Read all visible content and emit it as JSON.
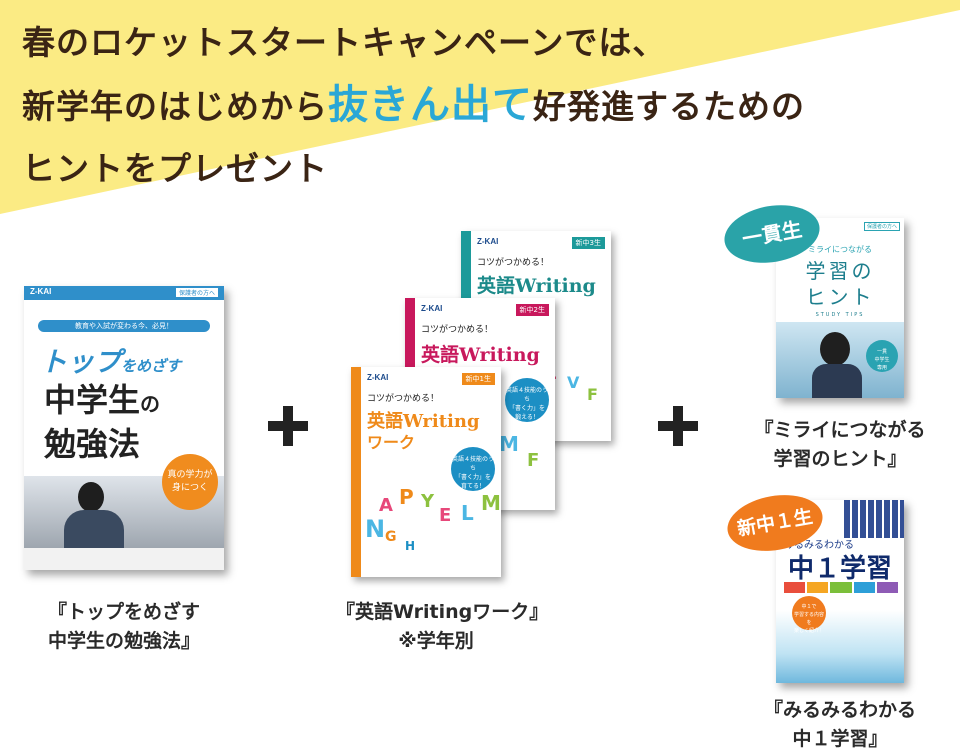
{
  "headline": {
    "line1": "春のロケットスタートキャンペーンでは、",
    "line2_pre": "新学年のはじめから",
    "line2_accent": "抜きん出て",
    "line2_post": "好発進するための",
    "line3": "ヒントをプレゼント"
  },
  "colors": {
    "banner": "#fbeb84",
    "accent": "#2aa7d6",
    "text": "#3a2414"
  },
  "books": {
    "top": {
      "logo": "Z-KAI",
      "tag": "保護者の方へ",
      "sub": "教育や入試が変わる今、必見！",
      "title_a": "トップ",
      "title_b": "をめざす",
      "title_c": "中学生",
      "title_d": "の",
      "title_e": "勉強法",
      "badge_line1": "真の学力が",
      "badge_line2": "身につく",
      "caption_line1": "『トップをめざす",
      "caption_line2": "中学生の勉強法』"
    },
    "writing": {
      "logo": "Z-KAI",
      "kotsu": "コツがつかめる！",
      "g3": "新中3生",
      "g2": "新中2生",
      "g1": "新中1生",
      "title": "英語Writing",
      "title_work": "ワーク",
      "circle_a": "英語４技能のうち",
      "circle_b": "「書く力」を",
      "circle_c": "鍛える！",
      "circle_d": "育てる！",
      "caption_line1": "『英語Writingワーク』",
      "caption_line2": "※学年別"
    },
    "hint": {
      "pill": "一貫生",
      "tag": "保護者の方へ",
      "line1": "ミライにつながる",
      "title_a": "学習の",
      "title_b": "ヒント",
      "tips": "STUDY TIPS",
      "badge_a": "一貫",
      "badge_b": "中学生",
      "badge_c": "専用",
      "caption_line1": "『ミライにつながる",
      "caption_line2": "学習のヒント』"
    },
    "mimi": {
      "pill": "新中１生",
      "mmw": "みるみるわかる",
      "title": "中１学習",
      "circle_a": "中１で",
      "circle_b": "学習する内容を",
      "circle_c": "楽しく紹介！",
      "caption_line1": "『みるみるわかる",
      "caption_line2": "中１学習』"
    }
  }
}
